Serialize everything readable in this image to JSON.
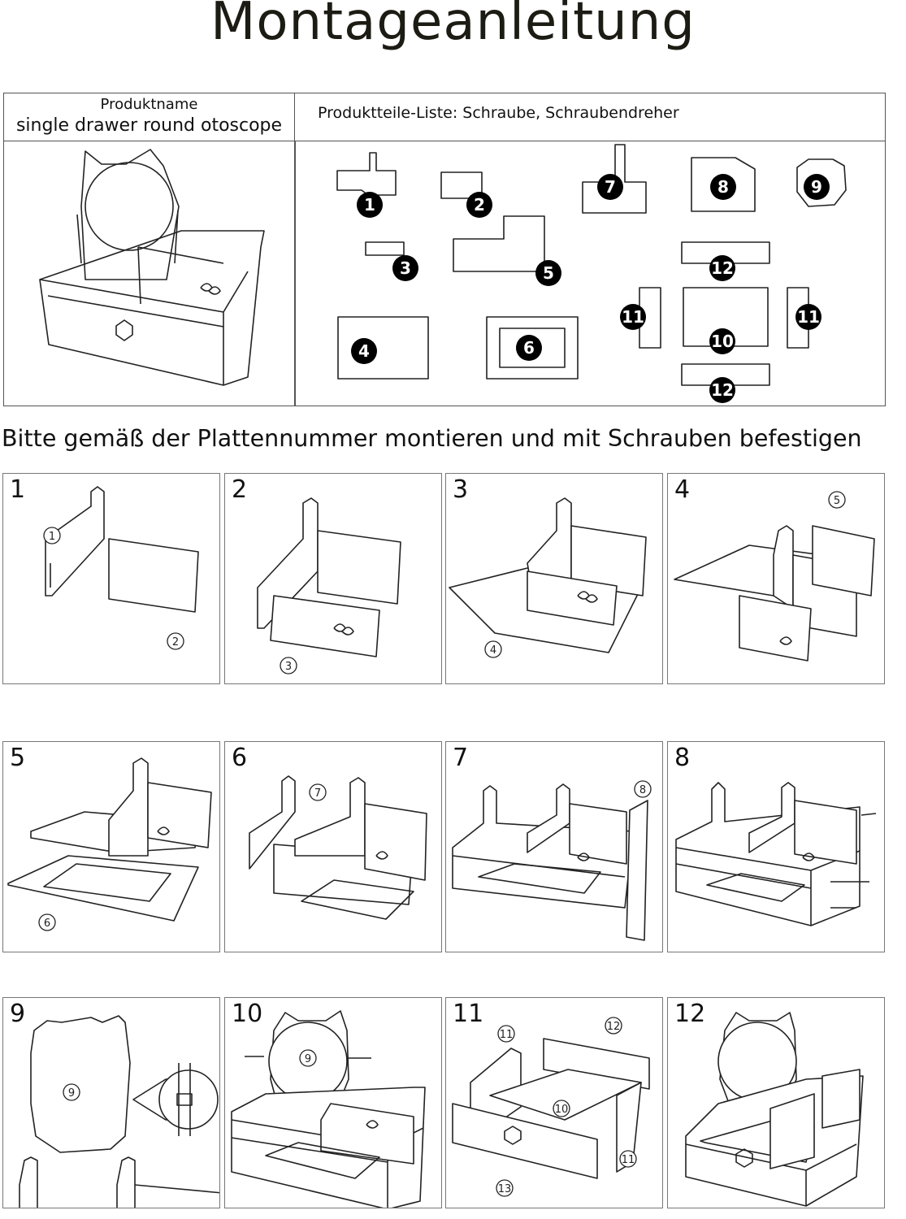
{
  "title": "Montageanleitung",
  "header": {
    "product_label": "Produktname",
    "product_name": "single drawer round otoscope",
    "parts_list": "Produktteile-Liste: Schraube, Schraubendreher"
  },
  "parts": [
    {
      "number": "1"
    },
    {
      "number": "2"
    },
    {
      "number": "3"
    },
    {
      "number": "4"
    },
    {
      "number": "5"
    },
    {
      "number": "6"
    },
    {
      "number": "7"
    },
    {
      "number": "8"
    },
    {
      "number": "9"
    },
    {
      "number": "10"
    },
    {
      "number": "11"
    },
    {
      "number": "12"
    }
  ],
  "instruction": "Bitte gemäß der Plattennummer montieren und mit Schrauben befestigen",
  "steps": [
    {
      "number": "1",
      "callouts": [
        "1",
        "2"
      ]
    },
    {
      "number": "2",
      "callouts": [
        "3"
      ]
    },
    {
      "number": "3",
      "callouts": [
        "4"
      ]
    },
    {
      "number": "4",
      "callouts": [
        "5"
      ]
    },
    {
      "number": "5",
      "callouts": [
        "6"
      ]
    },
    {
      "number": "6",
      "callouts": [
        "7"
      ]
    },
    {
      "number": "7",
      "callouts": [
        "8"
      ]
    },
    {
      "number": "8",
      "callouts": []
    },
    {
      "number": "9",
      "callouts": [
        "9"
      ]
    },
    {
      "number": "10",
      "callouts": [
        "9"
      ]
    },
    {
      "number": "11",
      "callouts": [
        "11",
        "12",
        "10",
        "11",
        "13"
      ]
    },
    {
      "number": "12",
      "callouts": []
    }
  ]
}
